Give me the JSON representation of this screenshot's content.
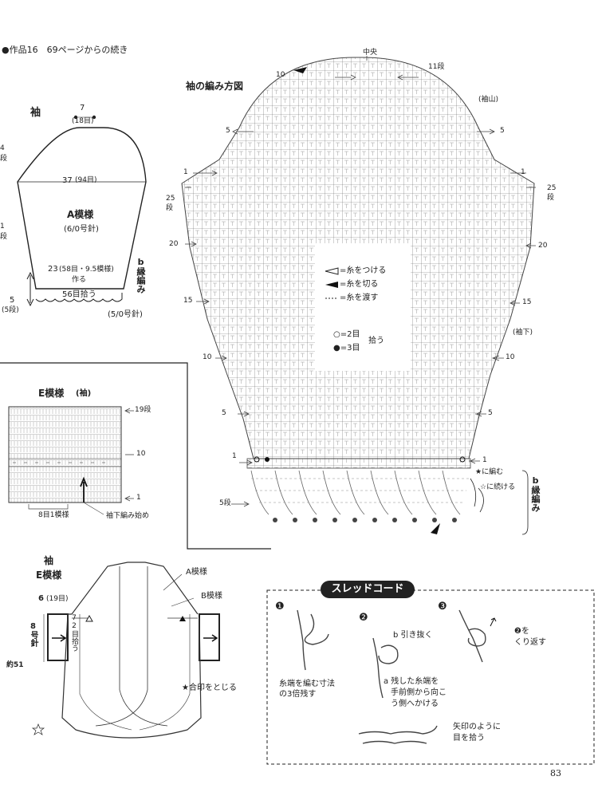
{
  "header": {
    "title": "●作品16　69ページからの続き"
  },
  "sleeve_schematic": {
    "label": "袖",
    "top_width": "7",
    "top_stitches": "(18目)",
    "left_cut_1": "4",
    "left_cut_2": "段",
    "left_cut_3": "1",
    "left_cut_4": "段",
    "mid_width": "37",
    "mid_stitches": "(94目)",
    "pattern": "A模様",
    "needle": "(6/0号針)",
    "bottom": "23",
    "bottom_detail": "(58目・9.5模様)",
    "make": "作る",
    "b_edge": "b縁編み",
    "pickup": "56目拾う",
    "edge_needle": "(5/0号針)",
    "left_5": "5",
    "left_5b": "(5段)"
  },
  "chart": {
    "title": "袖の編み方図",
    "center": "中央",
    "row11": "11段",
    "top_left_10": "10",
    "sode_yama": "(袖山)",
    "r5l": "5",
    "r5r": "5",
    "r1l": "1",
    "r1r": "1",
    "r25l": "25",
    "r25r": "25",
    "dan": "段",
    "r20l": "20",
    "r20r": "20",
    "r15l": "15",
    "r15r": "15",
    "r10l": "10",
    "r10r": "10",
    "r5l2": "5",
    "r5r2": "5",
    "r1l2": "1",
    "r1r2": "1",
    "r5dan": "5段",
    "sode_shita": "(袖下)",
    "legend_attach": "=糸をつける",
    "legend_cut": "=糸を切る",
    "legend_pass": "=糸を渡す",
    "legend_2": "○=2目",
    "legend_3": "●=3目",
    "legend_pick": "拾う",
    "star_knit": "★に編む",
    "star_continue": "☆に続ける",
    "b_edge": "b縁編み"
  },
  "e_pattern": {
    "title": "E模様",
    "sub": "(袖)",
    "row19": "19段",
    "row10": "10",
    "row1": "1",
    "repeat": "8目1模様",
    "start": "袖下編み始め"
  },
  "assembly": {
    "label1": "袖",
    "label2": "E模様",
    "a_pattern": "A模様",
    "b_pattern": "B模様",
    "width": "6",
    "width_st": "(19目)",
    "pick72": "72目拾う",
    "needle8": "8号針",
    "approx51": "約51",
    "star_close": "★合印をとじる"
  },
  "thread_cord": {
    "title": "スレッドコード",
    "step1": "❶",
    "step2": "❷",
    "step3": "❸",
    "s1_text1": "糸端を編む寸法",
    "s1_text2": "の3倍残す",
    "s2_b": "b 引き抜く",
    "s2_a1": "a 残した糸端を",
    "s2_a2": "手前側から向こ",
    "s2_a3": "う側へかける",
    "s3_1": "❷を",
    "s3_2": "くり返す",
    "arrow1": "矢印のように",
    "arrow2": "目を拾う"
  },
  "page_number": "83"
}
